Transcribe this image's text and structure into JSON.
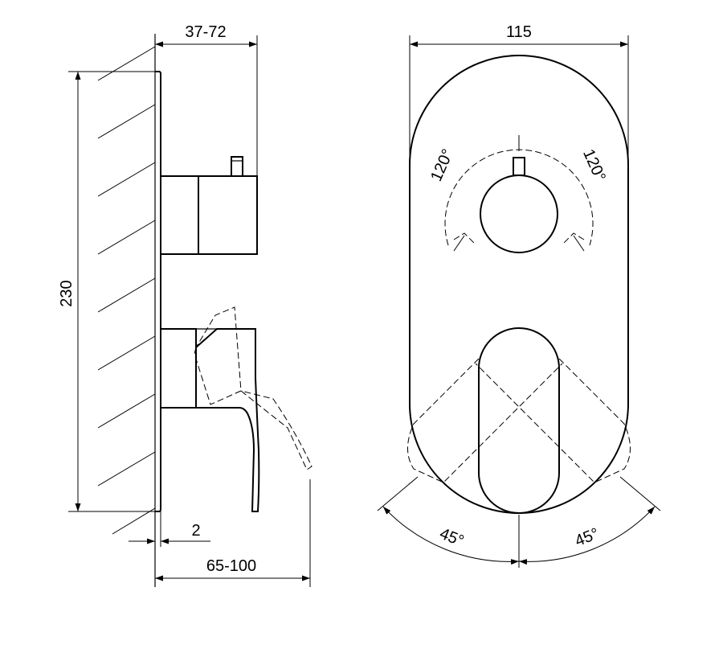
{
  "dimensions": {
    "depth_range": "37-72",
    "width": "115",
    "height": "230",
    "plate_thickness": "2",
    "projection_range": "65-100",
    "rotation_left": "120°",
    "rotation_right": "120°",
    "lever_swing_left": "45°",
    "lever_swing_right": "45°"
  }
}
